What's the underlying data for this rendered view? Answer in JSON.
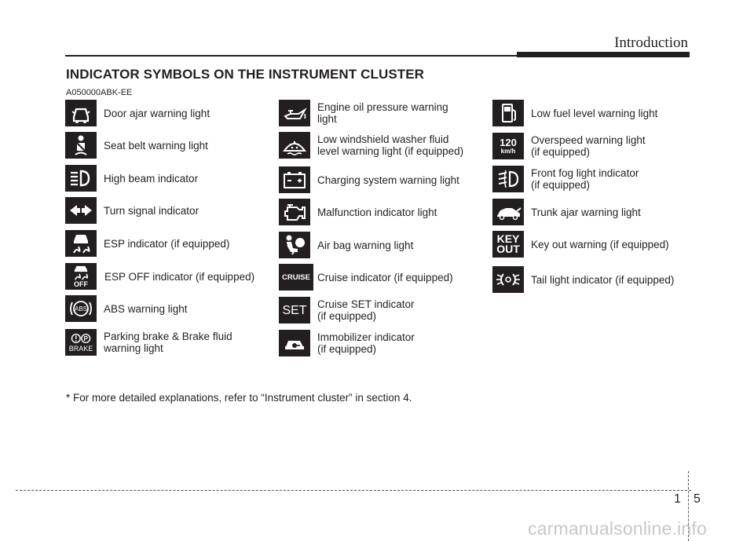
{
  "header": {
    "title": "Introduction"
  },
  "section": {
    "title": "INDICATOR SYMBOLS ON THE INSTRUMENT CLUSTER",
    "code": "A050000ABK-EE"
  },
  "columns": [
    {
      "items": [
        {
          "icon": "door-ajar-icon",
          "label": "Door ajar warning light"
        },
        {
          "icon": "seat-belt-icon",
          "label": "Seat belt warning light"
        },
        {
          "icon": "high-beam-icon",
          "label": "High beam indicator"
        },
        {
          "icon": "turn-signal-icon",
          "label": "Turn signal indicator"
        },
        {
          "icon": "esp-icon",
          "label": "ESP indicator (if equipped)"
        },
        {
          "icon": "esp-off-icon",
          "label": "ESP OFF indicator (if equipped)",
          "icon_text": "OFF"
        },
        {
          "icon": "abs-icon",
          "label": "ABS warning light",
          "icon_text": "ABS"
        },
        {
          "icon": "brake-icon",
          "label": "Parking brake & Brake fluid\nwarning light",
          "icon_text": "BRAKE"
        }
      ]
    },
    {
      "items": [
        {
          "icon": "oil-pressure-icon",
          "label": "Engine oil pressure warning\nlight"
        },
        {
          "icon": "washer-fluid-icon",
          "label": "Low windshield washer fluid\nlevel warning light (if equipped)"
        },
        {
          "icon": "battery-icon",
          "label": "Charging system warning light"
        },
        {
          "icon": "engine-check-icon",
          "label": "Malfunction indicator light"
        },
        {
          "icon": "airbag-icon",
          "label": "Air bag warning light"
        },
        {
          "icon": "cruise-icon",
          "label": "Cruise indicator (if equipped)",
          "icon_text": "CRUISE"
        },
        {
          "icon": "cruise-set-icon",
          "label": "Cruise SET indicator\n(if equipped)",
          "icon_text": "SET"
        },
        {
          "icon": "immobilizer-icon",
          "label": "Immobilizer indicator\n(if equipped)"
        }
      ]
    },
    {
      "items": [
        {
          "icon": "fuel-pump-icon",
          "label": "Low fuel level warning light"
        },
        {
          "icon": "overspeed-icon",
          "label": "Overspeed warning light\n(if equipped)",
          "icon_text": "120",
          "icon_subtext": "km/h"
        },
        {
          "icon": "front-fog-icon",
          "label": "Front fog light indicator\n(if equipped)"
        },
        {
          "icon": "trunk-ajar-icon",
          "label": "Trunk ajar warning light"
        },
        {
          "icon": "key-out-icon",
          "label": "Key out warning (if equipped)",
          "icon_text": "KEY",
          "icon_subtext": "OUT"
        },
        {
          "icon": "tail-light-icon",
          "label": "Tail light indicator (if equipped)"
        }
      ]
    }
  ],
  "footnote": "* For more detailed explanations, refer to “Instrument cluster” in section 4.",
  "page": {
    "chapter": "1",
    "number": "5"
  },
  "watermark": "carmanualsonline.info"
}
